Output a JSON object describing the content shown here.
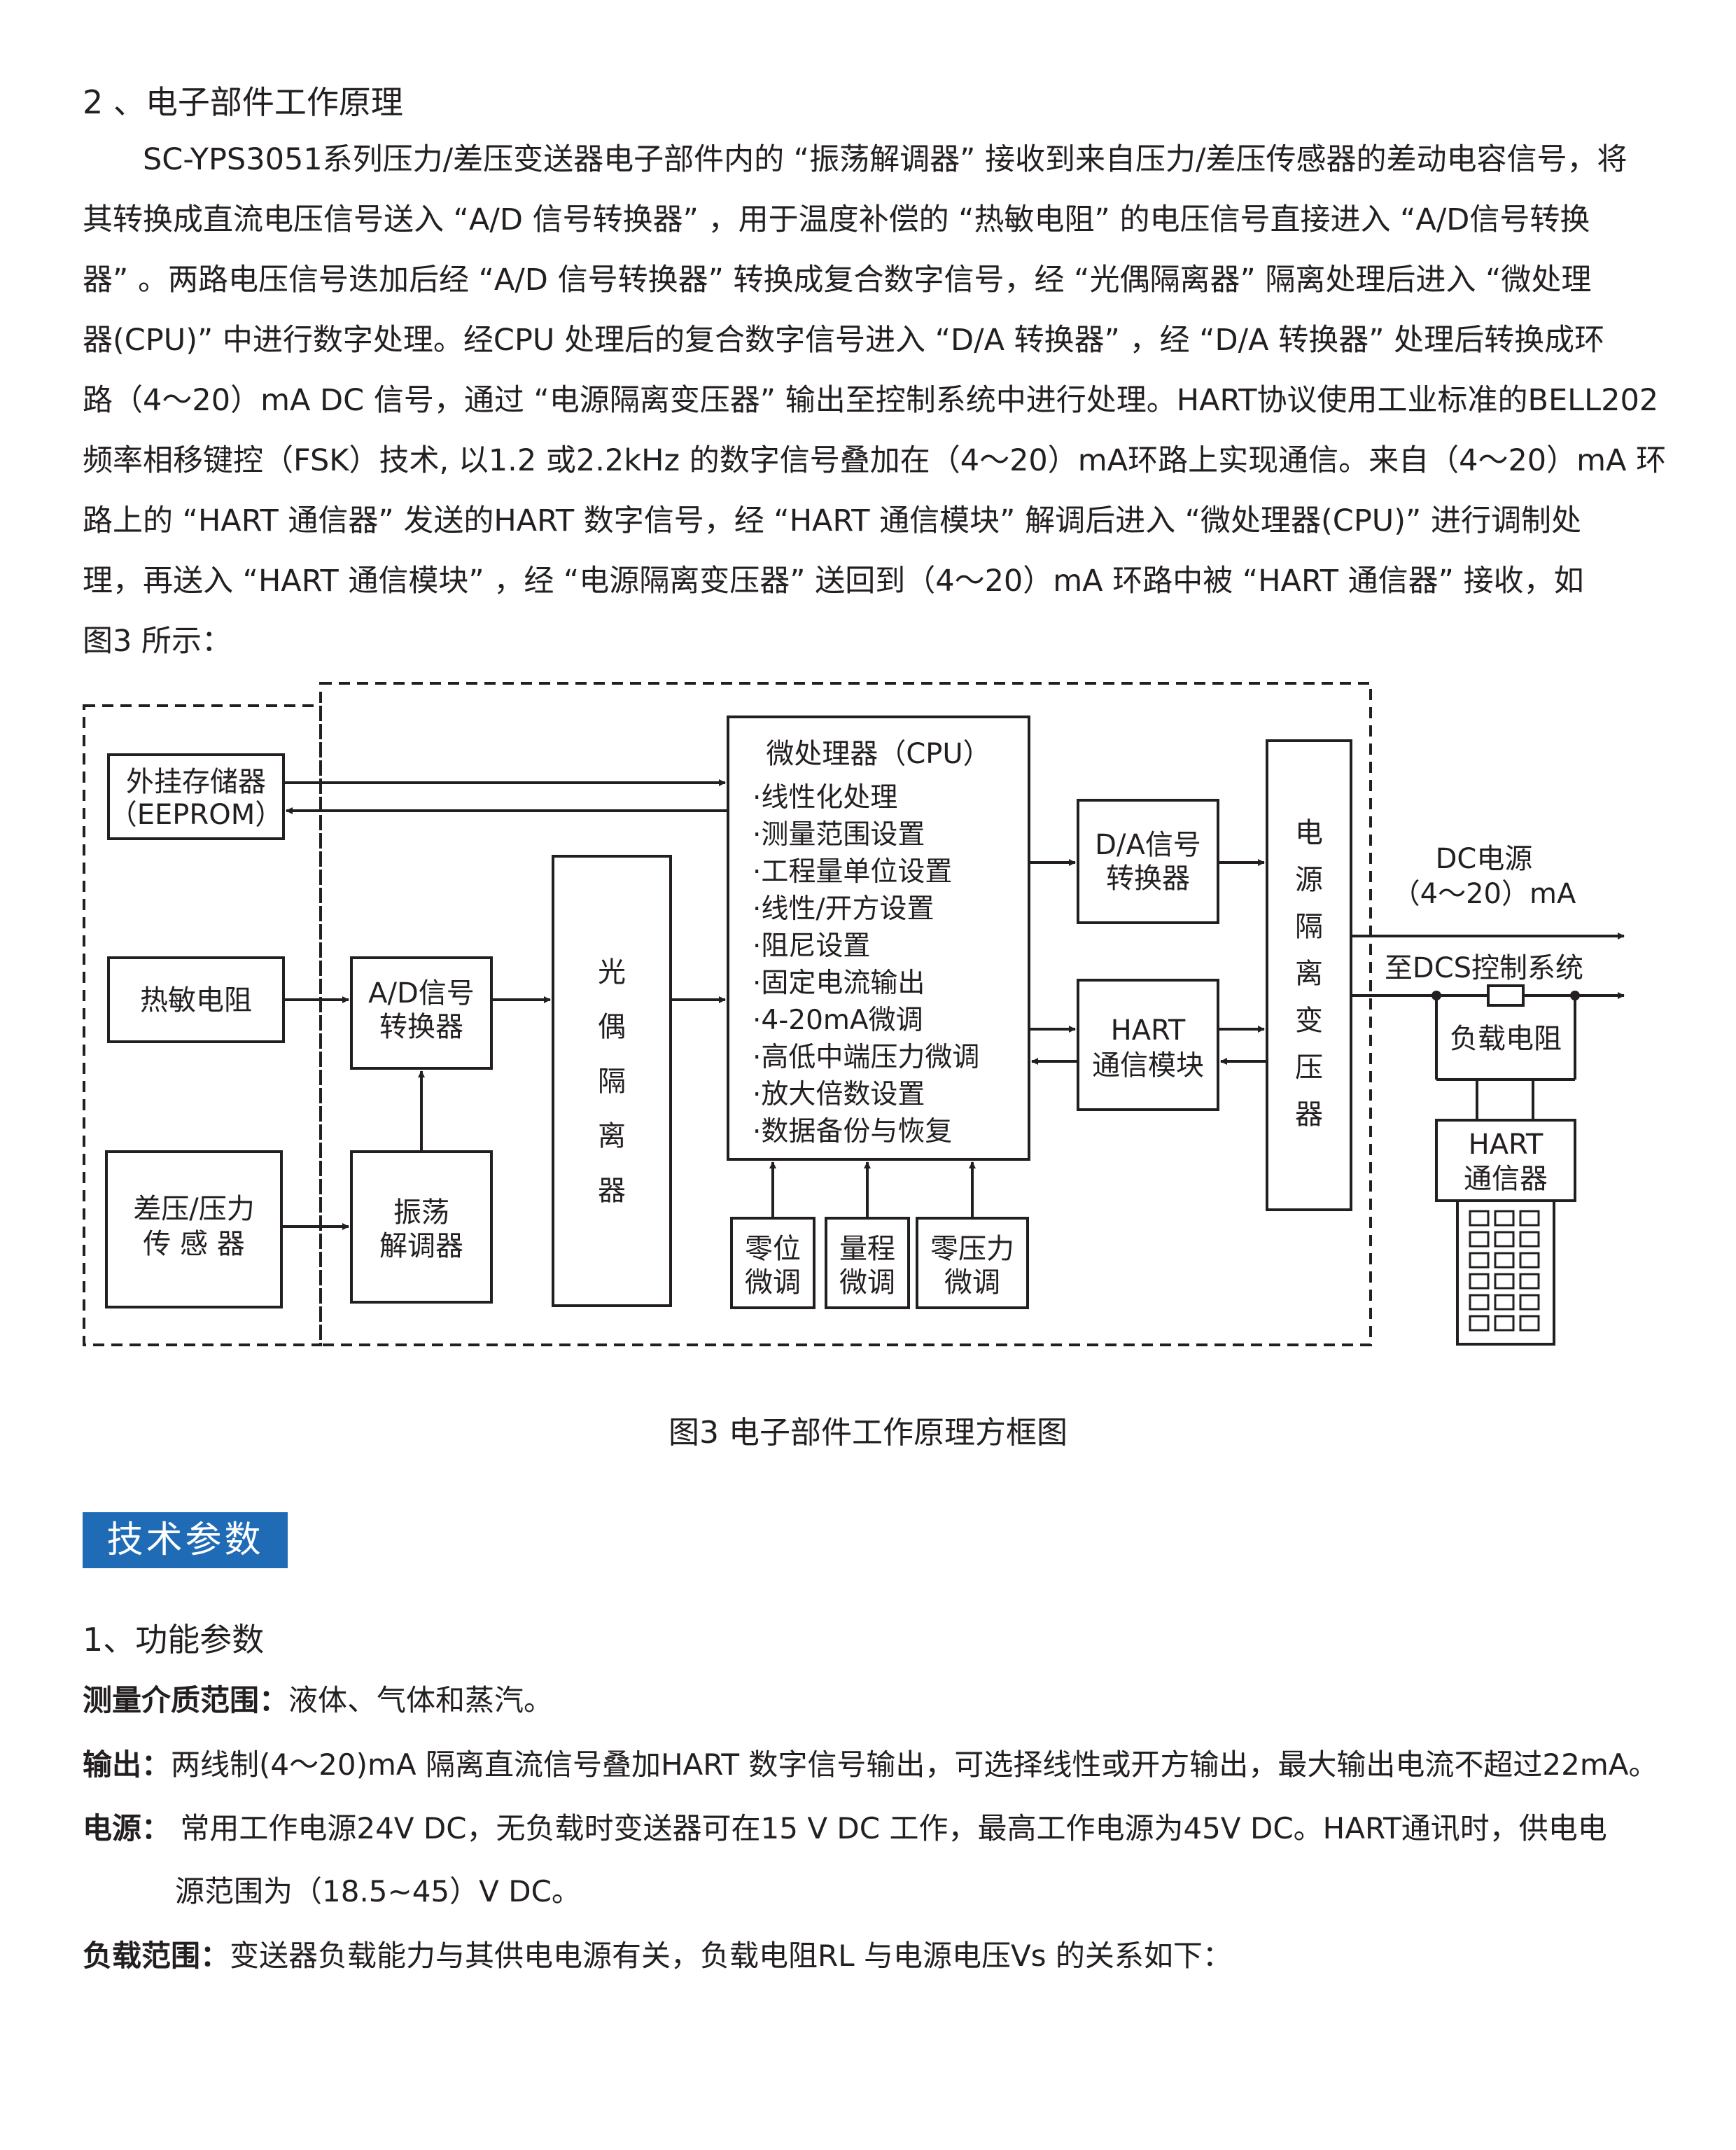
{
  "section2": {
    "heading": "2 、电子部件工作原理",
    "paragraph_lines": [
      "SC-YPS3051系列压力/差压变送器电子部件内的 “振荡解调器” 接收到来自压力/差压传感器的差动电容信号，将",
      "其转换成直流电压信号送入 “A/D 信号转换器” ，用于温度补偿的 “热敏电阻” 的电压信号直接进入 “A/D信号转换",
      "器” 。两路电压信号迭加后经 “A/D 信号转换器” 转换成复合数字信号，经 “光偶隔离器” 隔离处理后进入 “微处理",
      "器(CPU)” 中进行数字处理。经CPU 处理后的复合数字信号进入 “D/A 转换器” ，经 “D/A 转换器” 处理后转换成环",
      "路（4～20）mA DC 信号，通过 “电源隔离变压器” 输出至控制系统中进行处理。HART协议使用工业标准的BELL202",
      "频率相移键控（FSK）技术, 以1.2 或2.2kHz 的数字信号叠加在（4～20）mA环路上实现通信。来自（4～20）mA 环",
      "路上的 “HART 通信器” 发送的HART 数字信号，经 “HART 通信模块” 解调后进入 “微处理器(CPU)” 进行调制处",
      "理，再送入 “HART 通信模块” ，经 “电源隔离变压器” 送回到（4～20）mA 环路中被 “HART 通信器” 接收，如",
      "图3 所示："
    ]
  },
  "diagram": {
    "eeprom": [
      "外挂存储器",
      "（EEPROM）"
    ],
    "thermistor": "热敏电阻",
    "sensor": [
      "差压/压力",
      "传 感 器"
    ],
    "ad_converter": [
      "A/D信号",
      "转换器"
    ],
    "demodulator": [
      "振荡",
      "解调器"
    ],
    "optocoupler": [
      "光",
      "偶",
      "隔",
      "离",
      "器"
    ],
    "cpu_title": "微处理器（CPU）",
    "cpu_items": [
      "·线性化处理",
      "·测量范围设置",
      "·工程量单位设置",
      "·线性/开方设置",
      "·阻尼设置",
      "·固定电流输出",
      "·4-20mA微调",
      "·高低中端压力微调",
      "·放大倍数设置",
      "·数据备份与恢复"
    ],
    "zero_trim": [
      "零位",
      "微调"
    ],
    "span_trim": [
      "量程",
      "微调"
    ],
    "zero_pressure_trim": [
      "零压力",
      "微调"
    ],
    "da_converter": [
      "D/A信号",
      "转换器"
    ],
    "hart_module": [
      "HART",
      "通信模块"
    ],
    "transformer": [
      "电",
      "源",
      "隔",
      "离",
      "变",
      "压",
      "器"
    ],
    "dc_power": [
      "DC电源",
      "（4～20）mA"
    ],
    "to_dcs": "至DCS控制系统",
    "load_resistor": "负载电阻",
    "hart_communicator": [
      "HART",
      "通信器"
    ]
  },
  "figure_caption": "图3   电子部件工作原理方框图",
  "section_title": "技术参数",
  "sub_heading": "1、功能参数",
  "specs": {
    "medium": {
      "key": "测量介质范围：",
      "value": "液体、气体和蒸汽。"
    },
    "output": {
      "key": "输出：",
      "value": "两线制(4～20)mA 隔离直流信号叠加HART 数字信号输出，可选择线性或开方输出，最大输出电流不超过22mA。"
    },
    "power": {
      "key": "电源：",
      "value": " 常用工作电源24V DC，无负载时变送器可在15 V DC 工作，最高工作电源为45V DC。HART通讯时，供电电",
      "continuation": "源范围为（18.5~45）V DC。"
    },
    "load": {
      "key": "负载范围：",
      "value": "变送器负载能力与其供电电源有关，负载电阻RL 与电源电压Vs 的关系如下："
    }
  }
}
